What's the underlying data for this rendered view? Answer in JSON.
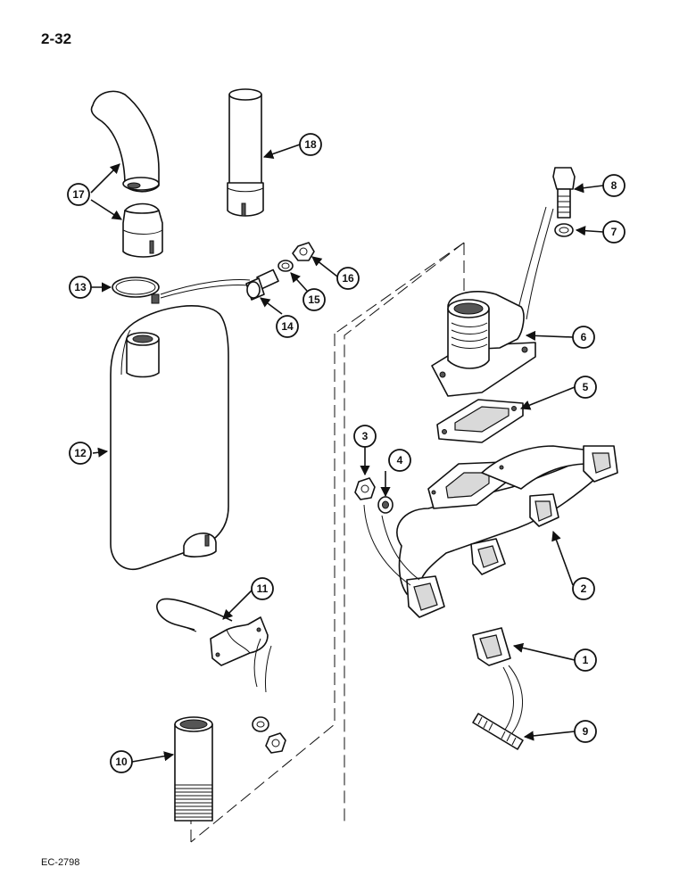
{
  "page_number": "2-32",
  "figure_code": "EC-2798",
  "callouts": [
    {
      "id": "1",
      "part": "gasket"
    },
    {
      "id": "2",
      "part": "exhaust-manifold"
    },
    {
      "id": "3",
      "part": "nut"
    },
    {
      "id": "4",
      "part": "washer"
    },
    {
      "id": "5",
      "part": "gasket"
    },
    {
      "id": "6",
      "part": "elbow"
    },
    {
      "id": "7",
      "part": "lock-washer"
    },
    {
      "id": "8",
      "part": "bolt"
    },
    {
      "id": "9",
      "part": "stud"
    },
    {
      "id": "10",
      "part": "pipe"
    },
    {
      "id": "11",
      "part": "u-bolt"
    },
    {
      "id": "12",
      "part": "muffler"
    },
    {
      "id": "13",
      "part": "clamp"
    },
    {
      "id": "14",
      "part": "bolt"
    },
    {
      "id": "15",
      "part": "lock-washer"
    },
    {
      "id": "16",
      "part": "nut"
    },
    {
      "id": "17",
      "part": "curved-stack"
    },
    {
      "id": "18",
      "part": "straight-stack"
    }
  ]
}
